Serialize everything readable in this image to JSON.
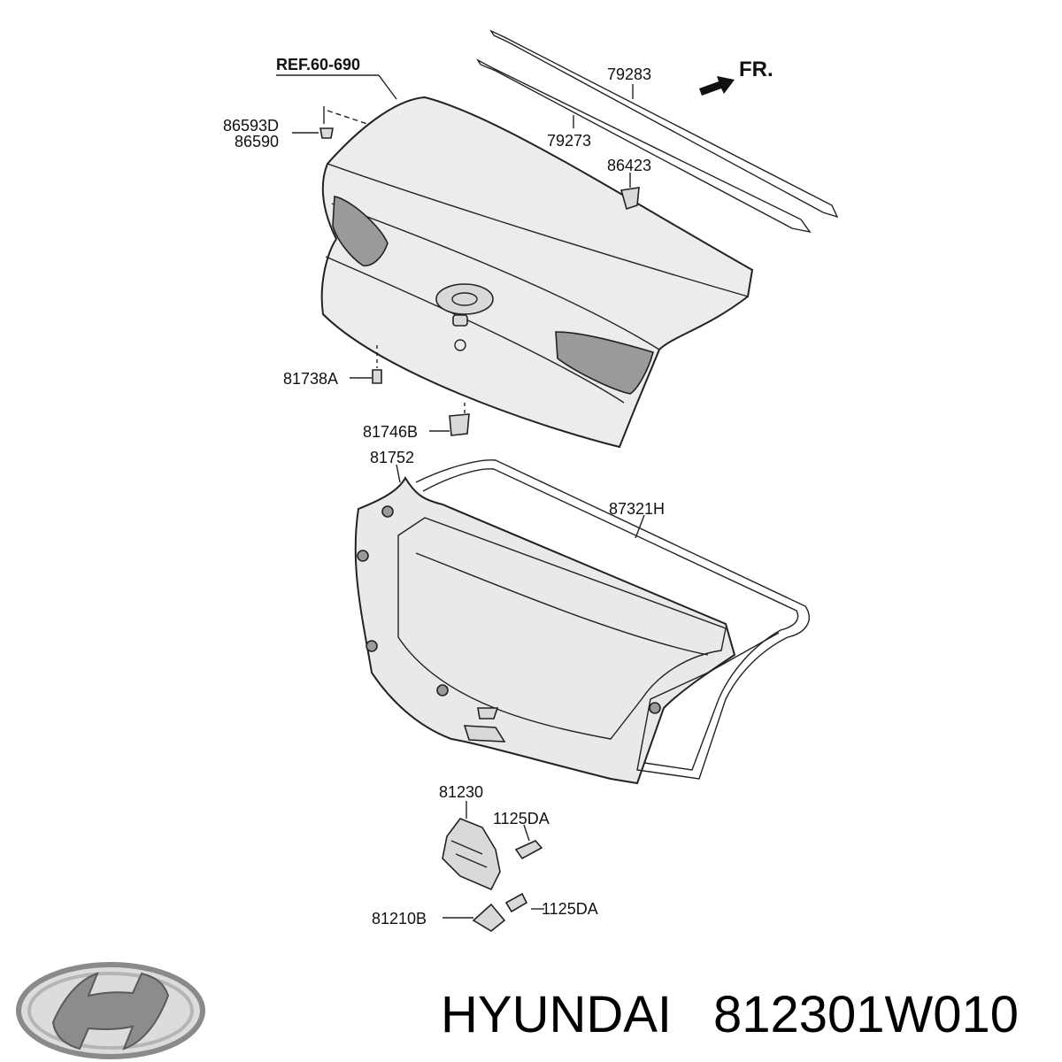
{
  "diagram": {
    "reference": "REF.60-690",
    "direction": "FR.",
    "parts": {
      "p79283": "79283",
      "p79273": "79273",
      "p86423": "86423",
      "p86593D": "86593D",
      "p86590": "86590",
      "p81738A": "81738A",
      "p81746B": "81746B",
      "p81752": "81752",
      "p87321H": "87321H",
      "p81230": "81230",
      "p1125DA_a": "1125DA",
      "p1125DA_b": "1125DA",
      "p81210B": "81210B"
    }
  },
  "footer": {
    "brand": "HYUNDAI",
    "part_number": "812301W010"
  }
}
